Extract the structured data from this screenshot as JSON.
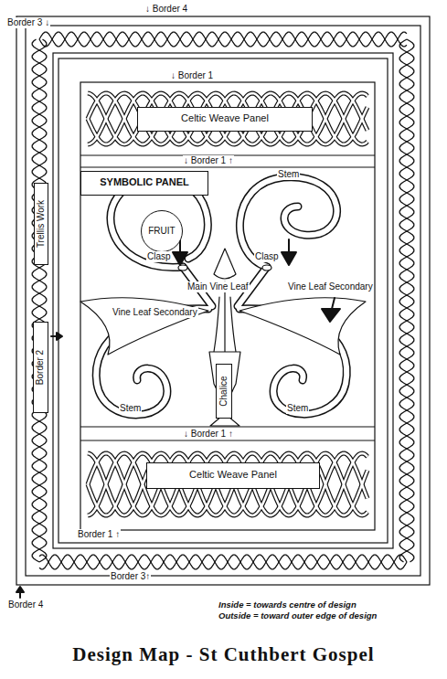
{
  "diagram": {
    "title": "Design Map - St Cuthbert Gospel",
    "nodes": [
      {
        "text": [
          "Celtic Weave Panel"
        ]
      },
      {
        "text": [
          "SYMBOLIC PANEL"
        ]
      },
      {
        "text": [
          "FRUIT"
        ]
      },
      {
        "text": [
          "Trellis Work"
        ]
      },
      {
        "text": [
          "Border 2"
        ]
      },
      {
        "text": [
          "Chalice"
        ]
      },
      {
        "text": [
          "Celtic Weave Panel"
        ]
      }
    ],
    "edges": [],
    "labels": [
      "↓ Border 4",
      "Border 3 ↓",
      "↓ Border 1",
      "↓ Border 1 ↑",
      "Stem",
      "Clasp",
      "Clasp",
      "Main Vine Leaf",
      "Vine Leaf Secondary",
      "Vine Leaf Secondary",
      "Stem",
      "Stem",
      "↓ Border 1 ↑",
      "Border 1 ↑",
      "Border 3↑",
      "Border 4",
      "Inside = towards centre of design",
      "Outside = toward outer edge of design"
    ]
  }
}
